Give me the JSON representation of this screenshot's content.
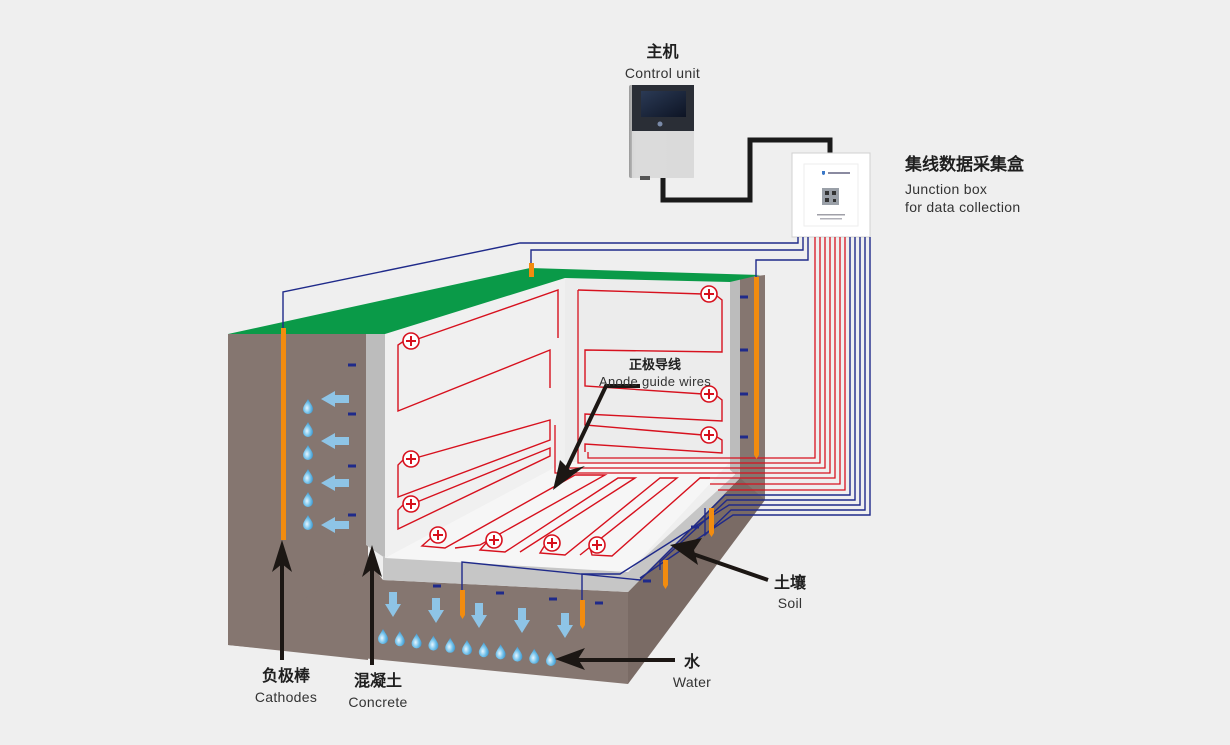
{
  "labels": {
    "control_unit": {
      "zh": "主机",
      "en": "Control unit"
    },
    "junction_box": {
      "zh": "集线数据采集盒",
      "en_line1": "Junction box",
      "en_line2": "for data collection"
    },
    "anode_wires": {
      "zh": "正极导线",
      "en": "Anode guide wires"
    },
    "cathodes": {
      "zh": "负极棒",
      "en": "Cathodes"
    },
    "concrete": {
      "zh": "混凝土",
      "en": "Concrete"
    },
    "soil": {
      "zh": "土壤",
      "en": "Soil"
    },
    "water": {
      "zh": "水",
      "en": "Water"
    }
  },
  "symbols": {
    "anode": "+",
    "cathode": "−"
  },
  "colors": {
    "background": "#efefef",
    "soil": "#857670",
    "soil_dark": "#6f625c",
    "concrete": "#bdbdbd",
    "wall_inner": "#f3f3f3",
    "grass": "#0a9a48",
    "anode_wire": "#d7111e",
    "cathode_wire": "#1f2a8a",
    "cathode_rod": "#f28c0f",
    "water": "#8ec4e6",
    "pointer": "#1c1714",
    "cable": "#1a1a1a"
  }
}
